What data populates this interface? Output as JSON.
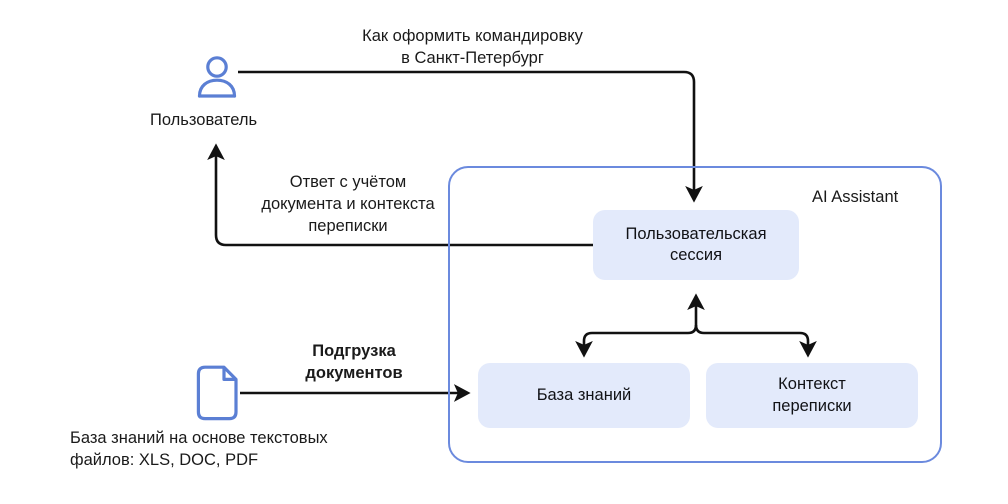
{
  "diagram": {
    "type": "flow-diagram",
    "title_visible": false,
    "colors": {
      "node_fill": "#e3eafb",
      "container_border": "#6b8ade",
      "icon_blue": "#5b7fd4",
      "arrow": "#111111",
      "text": "#1a1a1a",
      "background": "#ffffff"
    }
  },
  "actors": {
    "user": {
      "icon": "user-person-icon",
      "label": "Пользователь"
    },
    "documents": {
      "icon": "document-file-icon",
      "label": "База знаний на основе текстовых\nфайлов: XLS, DOC, PDF"
    }
  },
  "container": {
    "label": "AI Assistant"
  },
  "nodes": [
    {
      "id": "session",
      "label": "Пользовательская\nсессия"
    },
    {
      "id": "knowledge",
      "label": "База знаний"
    },
    {
      "id": "context",
      "label": "Контекст\nпереписки"
    }
  ],
  "edges": [
    {
      "id": "user-to-session",
      "label": "Как оформить командировку\nв Санкт-Петербург",
      "from": "user",
      "to": "session",
      "bold": false
    },
    {
      "id": "session-to-user",
      "label": "Ответ с учётом\nдокумента и контекста\nпереписки",
      "from": "session",
      "to": "user",
      "bold": false
    },
    {
      "id": "documents-to-knowledge",
      "label": "Подгрузка\nдокументов",
      "from": "documents",
      "to": "knowledge",
      "bold": true
    },
    {
      "id": "sources-to-session",
      "label": "",
      "from": "session",
      "to": "knowledge, context",
      "bold": false
    }
  ]
}
